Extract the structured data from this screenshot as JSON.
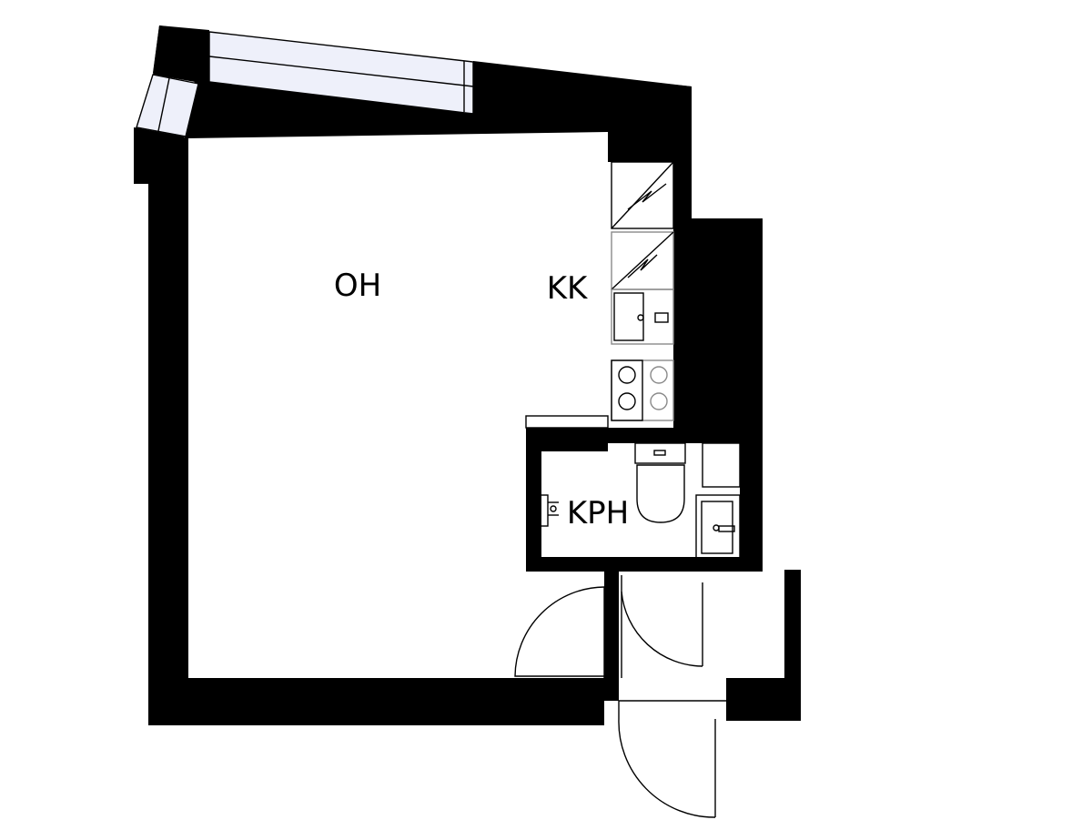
{
  "rooms": {
    "living_room": "OH",
    "kitchen": "KK",
    "bathroom": "KPH"
  },
  "colors": {
    "wall": "#000000",
    "window_glass": "#eef0fa",
    "background": "#ffffff",
    "fixture_outline": "#000000",
    "fixture_grey": "#8a8a8a"
  }
}
